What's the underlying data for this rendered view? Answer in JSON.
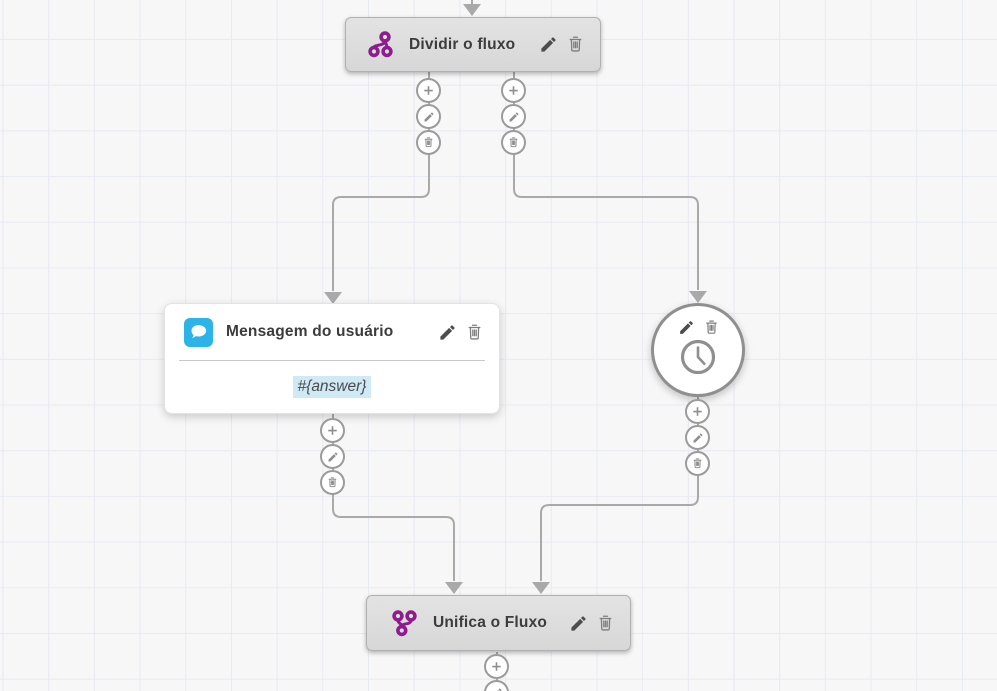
{
  "canvas": {
    "background": "#f7f7f8",
    "grid_color": "#e8eaf1",
    "connector_color": "#a9a9a9"
  },
  "nodes": {
    "split": {
      "label": "Dividir o fluxo",
      "icon": "split-flow-icon",
      "icon_color": "#8d1c8d"
    },
    "user_message": {
      "label": "Mensagem do usuário",
      "body": "#{answer}",
      "icon": "chat-bubble-icon",
      "icon_color": "#2cb4e8",
      "body_highlight": "#cfe9f5"
    },
    "timer": {
      "icon": "clock-icon"
    },
    "merge": {
      "label": "Unifica o Fluxo",
      "icon": "merge-flow-icon",
      "icon_color": "#8d1c8d"
    }
  },
  "node_actions": {
    "edit": "pencil-icon",
    "delete": "trash-icon"
  },
  "connector_actions": {
    "add": "plus-icon",
    "edit": "pencil-icon",
    "delete": "trash-icon"
  }
}
